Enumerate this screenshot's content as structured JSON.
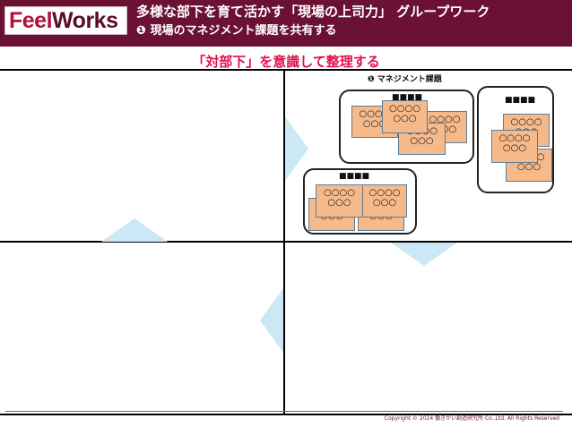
{
  "header": {
    "logo": {
      "feel": "Feel",
      "works": "Works"
    },
    "title_line1": "多様な部下を育て活かす「現場の上司力」 グループワーク",
    "title_line2": "❶ 現場のマネジメント課題を共有する"
  },
  "subtitle": "「対部下」を意識して整理する",
  "section_label": "❶ マネジメント課題",
  "groups": [
    {
      "label": "■■■■",
      "cards": [
        {
          "line1": "○○○○",
          "line2": "○○○"
        },
        {
          "line1": "○○○○",
          "line2": "○○○"
        },
        {
          "line1": "○○○○",
          "line2": "○○○"
        },
        {
          "line1": "○○○○",
          "line2": "○○○"
        }
      ]
    },
    {
      "label": "■■■■",
      "cards": [
        {
          "line1": "○○○○",
          "line2": "○○○"
        },
        {
          "line1": "○○○○",
          "line2": "○○○"
        },
        {
          "line1": "○○○○",
          "line2": "○○○"
        }
      ]
    },
    {
      "label": "■■■■",
      "cards": [
        {
          "line1": "○○○○",
          "line2": "○○○"
        },
        {
          "line1": "○○○○",
          "line2": "○○○"
        },
        {
          "line1": "○○○○",
          "line2": "○○○"
        },
        {
          "line1": "○○○○",
          "line2": "○○○"
        }
      ]
    }
  ],
  "footer": {
    "copyright": "Copyright © 2024 働きがい創造研究所 Co.,Ltd. All Rights Reserved"
  },
  "colors": {
    "header_bg": "#6b1133",
    "subtitle": "#e0104c",
    "card_fill": "#f5b98a",
    "card_border": "#5f7d95",
    "arrow": "#cce8f6"
  }
}
